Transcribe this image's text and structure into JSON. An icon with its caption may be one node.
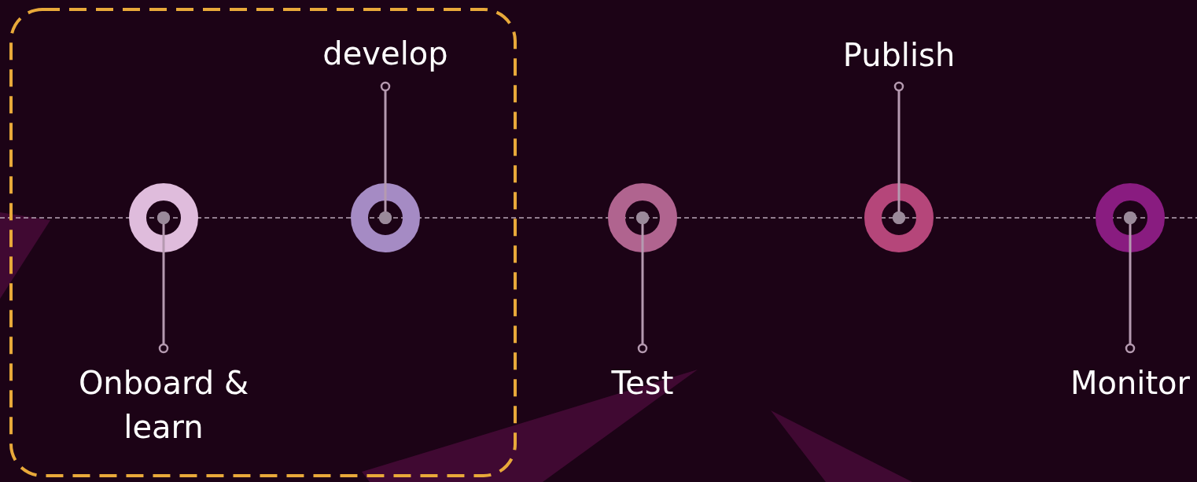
{
  "diagram": {
    "nodes": [
      {
        "text": [],
        "shape": "box"
      },
      {
        "text": [
          "Onboard & learn"
        ],
        "in": 0
      },
      {
        "text": [],
        "shape": "circle",
        "in": 0
      },
      {
        "text": [
          "develop"
        ],
        "in": 0
      },
      {
        "text": [],
        "shape": "circle",
        "in": 0
      },
      {
        "text": [
          "Test"
        ]
      },
      {
        "text": [],
        "shape": "circle"
      },
      {
        "text": [
          "Publish"
        ]
      },
      {
        "text": [],
        "shape": "circle"
      },
      {
        "text": [
          "Monitor"
        ]
      },
      {
        "text": [],
        "shape": "circle"
      }
    ],
    "edges": [
      {
        "from": 1,
        "to": 2,
        "arrow": "other"
      },
      {
        "from": 3,
        "to": 4,
        "arrow": "other"
      },
      {
        "from": 5,
        "to": 6,
        "arrow": "other"
      },
      {
        "from": 7,
        "to": 8,
        "arrow": "other"
      },
      {
        "from": 9,
        "to": 10,
        "arrow": "other"
      }
    ]
  }
}
